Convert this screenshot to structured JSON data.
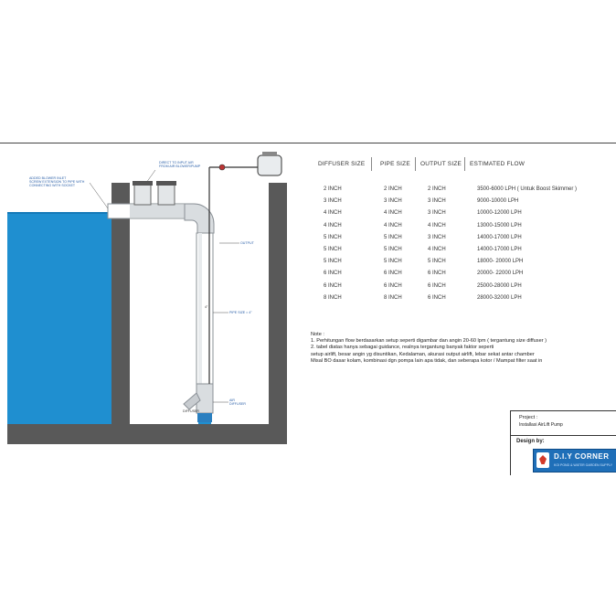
{
  "table": {
    "headers": [
      "DIFFUSER SIZE",
      "PIPE SIZE",
      "OUTPUT SIZE",
      "ESTIMATED FLOW"
    ],
    "rows": [
      [
        "2 INCH",
        "2 INCH",
        "2 INCH",
        "3500-6000 LPH ( Untuk Boost Skimmer )"
      ],
      [
        "3 INCH",
        "3 INCH",
        "3 INCH",
        "9000-10000 LPH"
      ],
      [
        "4 INCH",
        "4 INCH",
        "3 INCH",
        "10000-12000 LPH"
      ],
      [
        "4 INCH",
        "4 INCH",
        "4 INCH",
        "13000-15000 LPH"
      ],
      [
        "5 INCH",
        "5 INCH",
        "3 INCH",
        "14000-17000 LPH"
      ],
      [
        "5 INCH",
        "5 INCH",
        "4 INCH",
        "14000-17000 LPH"
      ],
      [
        "5 INCH",
        "5 INCH",
        "5 INCH",
        "18000- 20000 LPH"
      ],
      [
        "6 INCH",
        "6 INCH",
        "6 INCH",
        "20000- 22000 LPH"
      ],
      [
        "6 INCH",
        "6 INCH",
        "6 INCH",
        "25000-28000 LPH"
      ],
      [
        "8 INCH",
        "8 INCH",
        "6 INCH",
        "28000-32000 LPH"
      ]
    ]
  },
  "notes": {
    "title": "Note :",
    "lines": [
      "1. Perhitungan flow berdasarkan setup seperti digambar dan angin 20-60 lpm ( tergantung size diffuser )",
      "2. tabel diatas hanya sebagai guidance, realnya tergantung banyak faktor seperti",
      "    setup airlift, besar angin yg disuntikan, Kedalaman, akurasi output airlift, lebar sekat antar chamber",
      "    Misal BO dasar kolam, kombinasi dgn pompa lain apa tidak, dan seberapa kotor / Mampat filter saat in"
    ]
  },
  "titleblock": {
    "project_label": "Project :",
    "project_value": "Installasi AirLift Pump",
    "design_label": "Design by:",
    "logo_text": "D.I.Y CORNER",
    "logo_sub": "KOI POND & WATER GARDEN SUPPLY"
  },
  "diagram_labels": {
    "left_note": [
      "ADDED BLOWER INLET",
      "SCREW EXTENSION TO PIPE WITH",
      "CONNECTING WITH SOCKET"
    ],
    "top_note": [
      "DIRECT TO INPUT AIR",
      "FROM AIR BLOWER/PUMP"
    ],
    "outlet_note": "OUTPUT",
    "pipe_note": "PIPE SIZE = 4\"",
    "pipe_size": "4\"",
    "diffuser_note": [
      "AIR",
      "DIFFUSER"
    ],
    "diffuser_tag": "DIFFUSER"
  },
  "colors": {
    "water": "#1f8fd0",
    "water_dark": "#167ab8",
    "wall": "#595959",
    "pipe": "#d9dde0",
    "pipe_edge": "#8a9096"
  }
}
